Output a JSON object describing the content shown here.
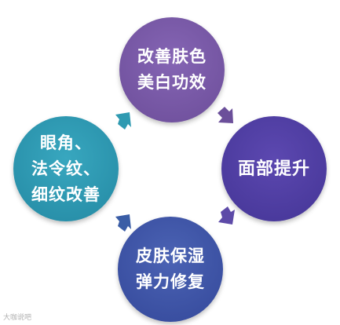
{
  "nodes": {
    "top": "改善肤色\n美白功效",
    "right": "面部提升",
    "bottom": "皮肤保湿\n弹力修复",
    "left": "眼角、\n法令纹、\n细纹改善"
  },
  "colors": {
    "top": "#7a5ba8",
    "right": "#4f3fa3",
    "bottom": "#3f56a8",
    "left": "#2e98b2"
  },
  "watermark": "大咖说吧"
}
